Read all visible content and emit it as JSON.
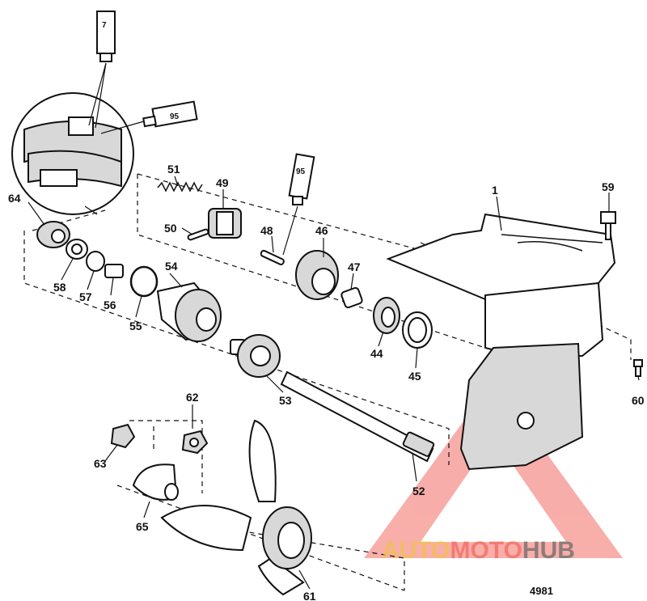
{
  "part_labels": {
    "p1": "1",
    "p44": "44",
    "p45": "45",
    "p46": "46",
    "p47": "47",
    "p48": "48",
    "p49": "49",
    "p50": "50",
    "p51": "51",
    "p52": "52",
    "p53": "53",
    "p54": "54",
    "p55": "55",
    "p56": "56",
    "p57": "57",
    "p58": "58",
    "p59": "59",
    "p60": "60",
    "p61": "61",
    "p62": "62",
    "p63": "63",
    "p64": "64",
    "p65": "65"
  },
  "lubricant_labels": {
    "tube_7": "7",
    "tube_95_a": "95",
    "tube_95_b": "95"
  },
  "watermark": {
    "part1": "AUTO",
    "part2": "MOTO",
    "part3": "HUB",
    "colors": {
      "part1": "#f2c14e",
      "part2": "#f26b63",
      "part3": "#6b6b6b",
      "triangle": "#f26b63"
    }
  },
  "figure_number": "4981"
}
